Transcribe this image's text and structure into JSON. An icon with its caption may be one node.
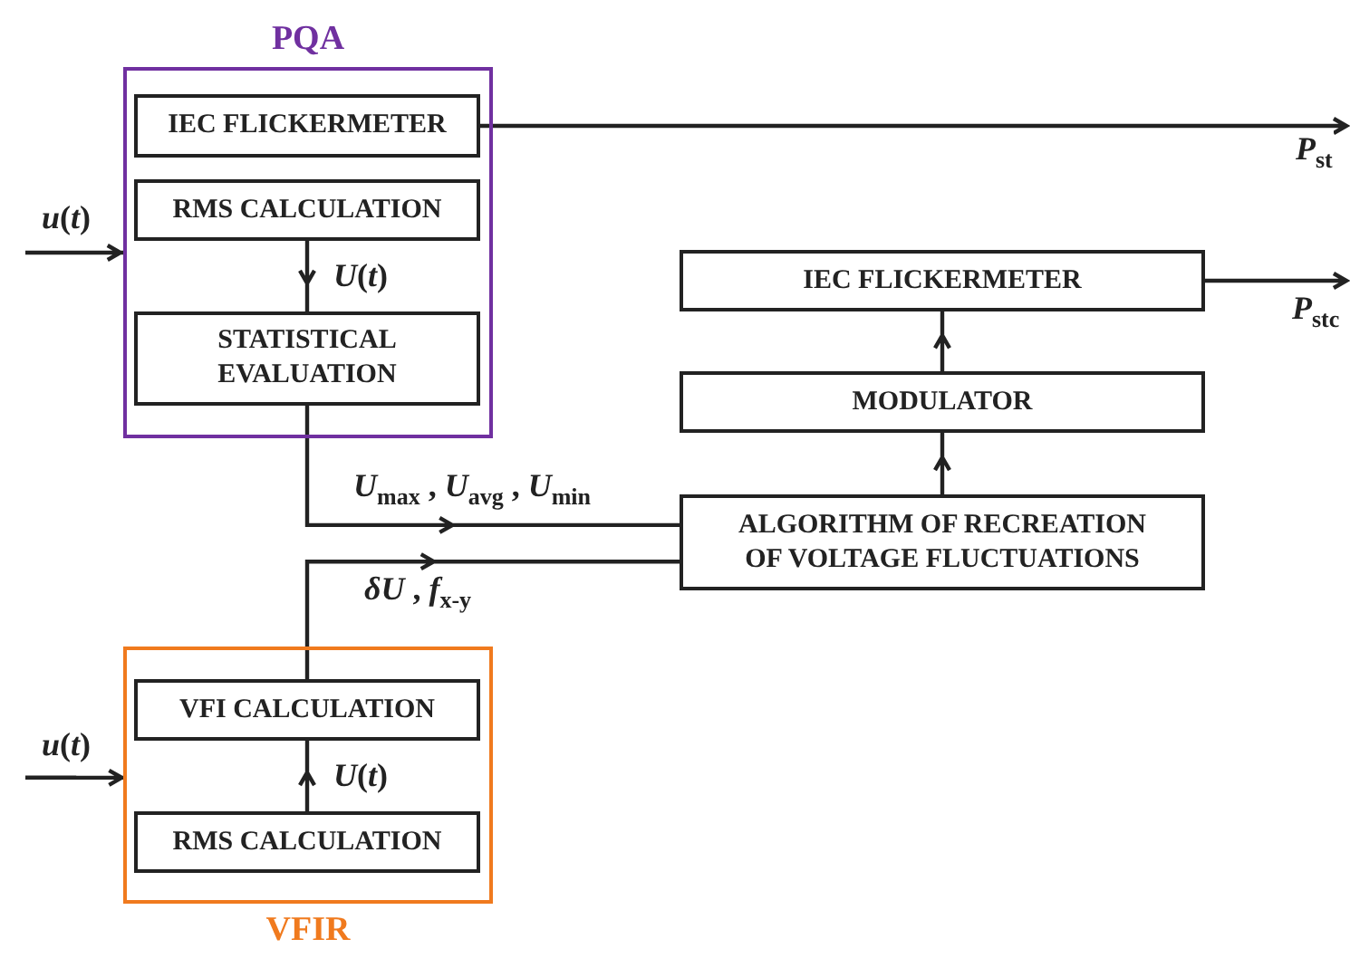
{
  "diagram": {
    "nodes": [
      {
        "text": [
          "PQA"
        ]
      },
      {
        "text": [
          "IEC FLICKERMETER"
        ],
        "in": 0
      },
      {
        "text": [
          "RMS CALCULATION"
        ],
        "in": 0
      },
      {
        "text": [
          "STATISTICAL EVALUATION"
        ],
        "in": 0
      },
      {
        "text": [
          "IEC FLICKERMETER"
        ]
      },
      {
        "text": [
          "MODULATOR"
        ]
      },
      {
        "text": [
          "ALGORITHM OF RECREATION OF VOLTAGE FLUCTUATIONS"
        ]
      },
      {
        "text": [
          "VFIR"
        ]
      },
      {
        "text": [
          "VFI CALCULATION"
        ],
        "in": 7
      },
      {
        "text": [
          "RMS CALCULATION"
        ],
        "in": 7
      }
    ],
    "edges": [
      {
        "from": null,
        "to": 0,
        "arrow": "to",
        "label": "*u*(*t*)"
      },
      {
        "from": 1,
        "to": null,
        "arrow": "to",
        "label": "*P*$_{st}$"
      },
      {
        "from": 2,
        "to": 3,
        "arrow": "to",
        "label": "*U*(*t*)"
      },
      {
        "from": 3,
        "to": 6,
        "arrow": "to",
        "label": "*U*$_{max}$ , *U*$_{avg}$ , *U*$_{min}$"
      },
      {
        "from": 8,
        "to": 6,
        "arrow": "to",
        "label": "*δU* , *f*$_{x-y}$"
      },
      {
        "from": 9,
        "to": 8,
        "arrow": "to",
        "label": "*U*(*t*)"
      },
      {
        "from": null,
        "to": 7,
        "arrow": "to",
        "label": "*u*(*t*)"
      },
      {
        "from": 6,
        "to": 5,
        "arrow": "to"
      },
      {
        "from": 5,
        "to": 4,
        "arrow": "to"
      },
      {
        "from": 4,
        "to": null,
        "arrow": "to",
        "label": "*P*$_{stc}$"
      }
    ]
  }
}
